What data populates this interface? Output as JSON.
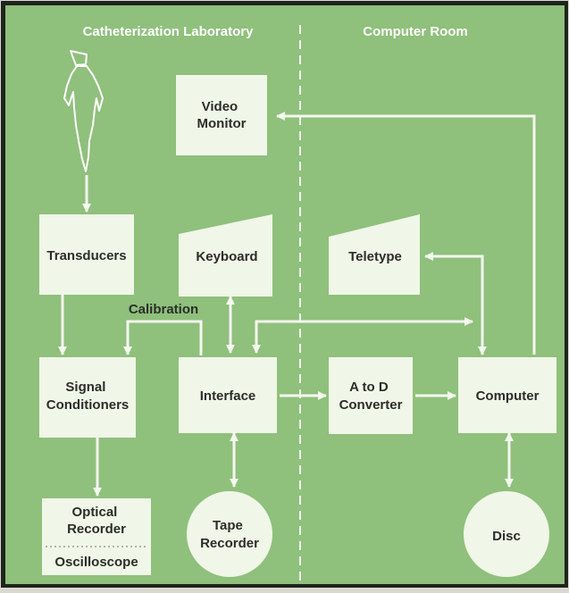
{
  "headers": {
    "left": "Catheterization Laboratory",
    "right": "Computer Room"
  },
  "blocks": {
    "video_monitor": [
      "Video",
      "Monitor"
    ],
    "transducers": [
      "Transducers"
    ],
    "keyboard": [
      "Keyboard"
    ],
    "teletype": [
      "Teletype"
    ],
    "signal_conditioners": [
      "Signal",
      "Conditioners"
    ],
    "interface": [
      "Interface"
    ],
    "a_to_d_converter": [
      "A to D",
      "Converter"
    ],
    "computer": [
      "Computer"
    ],
    "optical_recorder": [
      "Optical",
      "Recorder"
    ],
    "oscilloscope": [
      "Oscilloscope"
    ],
    "tape_recorder": [
      "Tape",
      "Recorder"
    ],
    "disc": [
      "Disc"
    ]
  },
  "labels": {
    "calibration": "Calibration"
  },
  "colors": {
    "background": "#8fc07c",
    "block_fill": "#f0f6e8",
    "line": "#f4f8ef",
    "text_dark": "#2a2e28",
    "text_light": "#ffffff",
    "frame": "#1f241c"
  }
}
